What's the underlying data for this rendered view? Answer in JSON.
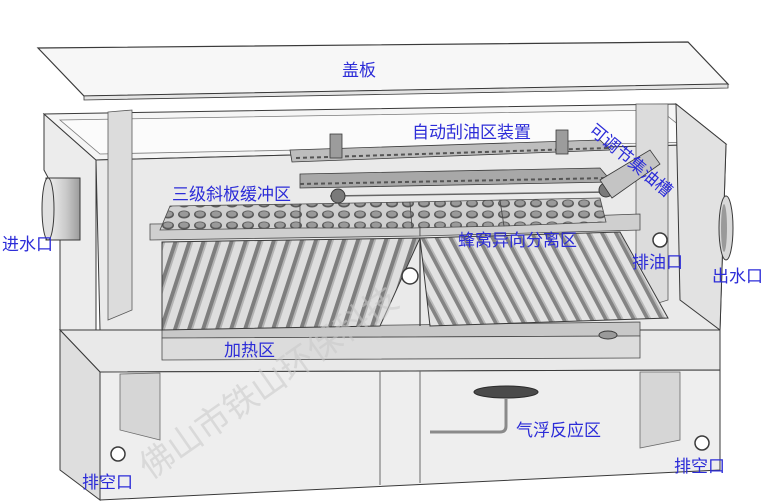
{
  "labels": {
    "cover": "盖板",
    "auto_skimmer": "自动刮油区装置",
    "adjustable_weir": "可调节集油槽",
    "plate_buffer": "三级斜板缓冲区",
    "honeycomb": "蜂窝异向分离区",
    "inlet": "进水口",
    "oil_outlet": "排油口",
    "water_outlet": "出水口",
    "heating": "加热区",
    "flotation": "气浮反应区",
    "drain_left": "排空口",
    "drain_right": "排空口"
  },
  "watermark": "佛山市铁山环保科技",
  "colors": {
    "label_text": "#2c2cd8",
    "outline": "#3a3a3a",
    "tank_fill": "#ececec",
    "plate_light": "#d8d8d8",
    "plate_dark": "#8e8e8e",
    "watermark": "#c9c9c9"
  }
}
